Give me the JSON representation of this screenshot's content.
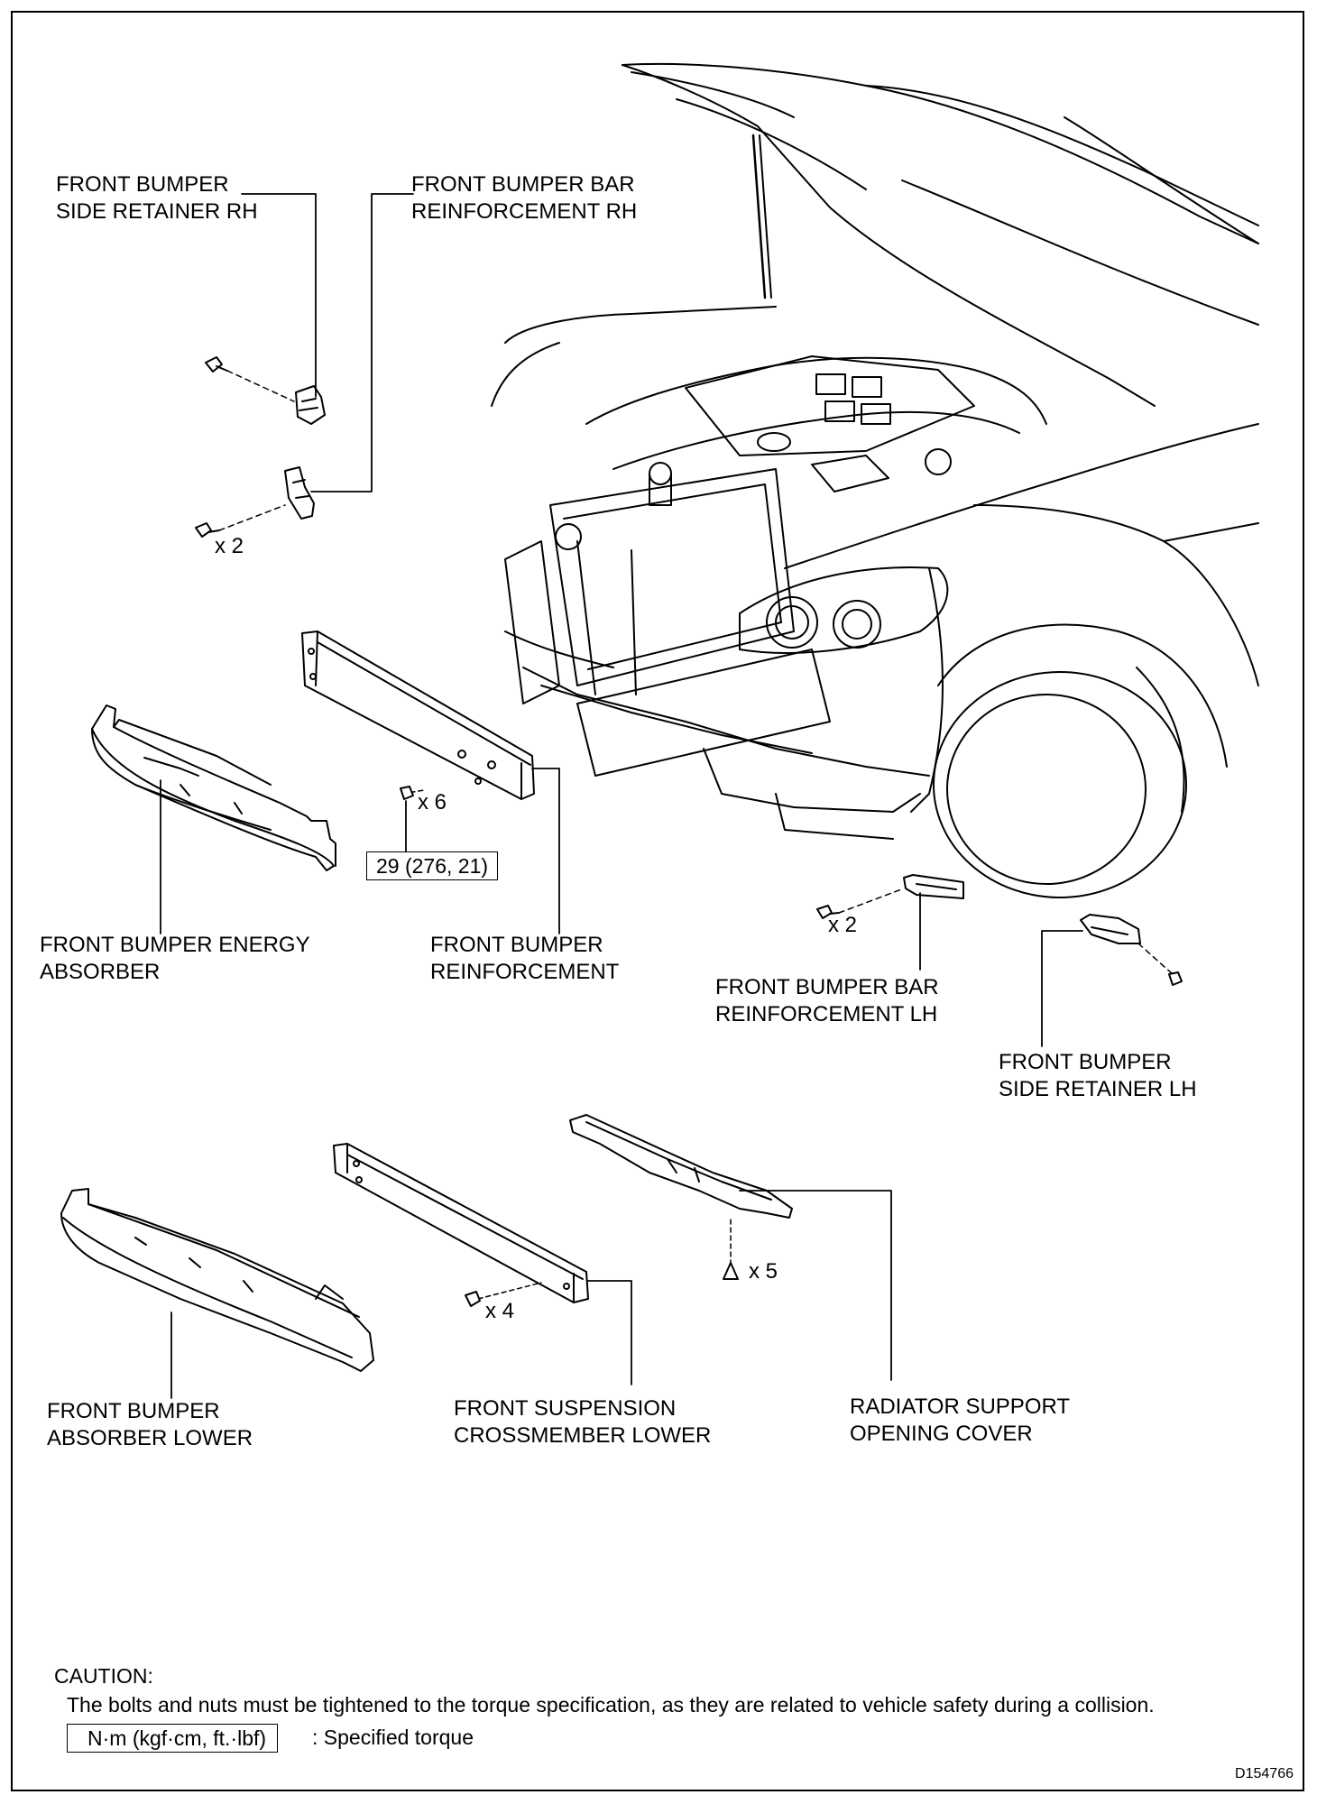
{
  "labels": {
    "side_retainer_rh": [
      "FRONT BUMPER",
      "SIDE RETAINER RH"
    ],
    "bar_reinf_rh": [
      "FRONT BUMPER BAR",
      "REINFORCEMENT RH"
    ],
    "energy_absorber": [
      "FRONT BUMPER ENERGY",
      "ABSORBER"
    ],
    "reinforcement": [
      "FRONT BUMPER",
      "REINFORCEMENT"
    ],
    "bar_reinf_lh": [
      "FRONT BUMPER BAR",
      "REINFORCEMENT LH"
    ],
    "side_retainer_lh": [
      "FRONT BUMPER",
      "SIDE RETAINER LH"
    ],
    "absorber_lower": [
      "FRONT BUMPER",
      "ABSORBER LOWER"
    ],
    "crossmember_lower": [
      "FRONT SUSPENSION",
      "CROSSMEMBER LOWER"
    ],
    "radiator_cover": [
      "RADIATOR SUPPORT",
      "OPENING COVER"
    ]
  },
  "quantities": {
    "bar_reinf_rh_bolts": "x 2",
    "reinforcement_bolts": "x 6",
    "bar_reinf_lh_bolts": "x 2",
    "crossmember_bolts": "x 4",
    "cover_clips": "x 5"
  },
  "torque": "29 (276, 21)",
  "caution": {
    "heading": "CAUTION:",
    "text": "The bolts and nuts must be tightened to the torque specification, as they are related to vehicle safety during a collision."
  },
  "legend": {
    "unit_box": "N·m (kgf·cm, ft.·lbf)",
    "meaning": ": Specified torque"
  },
  "ref_code": "D154766"
}
